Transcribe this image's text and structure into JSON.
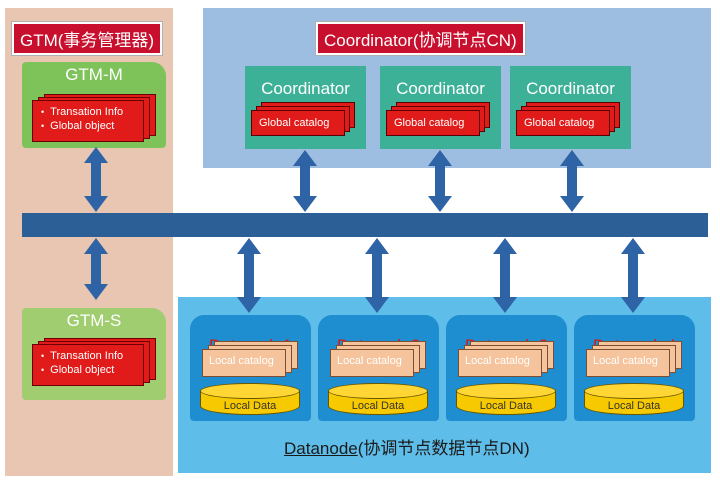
{
  "gtm": {
    "title": "GTM(事务管理器)",
    "master": {
      "label": "GTM-M",
      "items": [
        "Transation Info",
        "Global object"
      ]
    },
    "standby": {
      "label": "GTM-S",
      "items": [
        "Transation Info",
        "Global object"
      ]
    }
  },
  "coordinator": {
    "title": "Coordinator(协调节点CN)",
    "nodes": [
      {
        "label": "Coordinator",
        "catalog": "Global catalog"
      },
      {
        "label": "Coordinator",
        "catalog": "Global catalog"
      },
      {
        "label": "Coordinator",
        "catalog": "Global catalog"
      }
    ]
  },
  "datanode": {
    "title_prefix": "Datanode",
    "title_suffix": "(协调节点数据节点DN)",
    "nodes": [
      {
        "label": "Datanode1",
        "catalog": "Local catalog",
        "storage": "Local Data"
      },
      {
        "label": "Datanode2",
        "catalog": "Local catalog",
        "storage": "Local Data"
      },
      {
        "label": "Datanode3",
        "catalog": "Local catalog",
        "storage": "Local Data"
      },
      {
        "label": "Datanode4",
        "catalog": "Local catalog",
        "storage": "Local Data"
      }
    ]
  },
  "colors": {
    "title_red": "#c8102e",
    "gtm_panel": "#e8c6b2",
    "cn_panel": "#9dbde1",
    "dn_panel": "#5ebde9",
    "bus": "#2d5f97",
    "arrow": "#2e63a6"
  }
}
